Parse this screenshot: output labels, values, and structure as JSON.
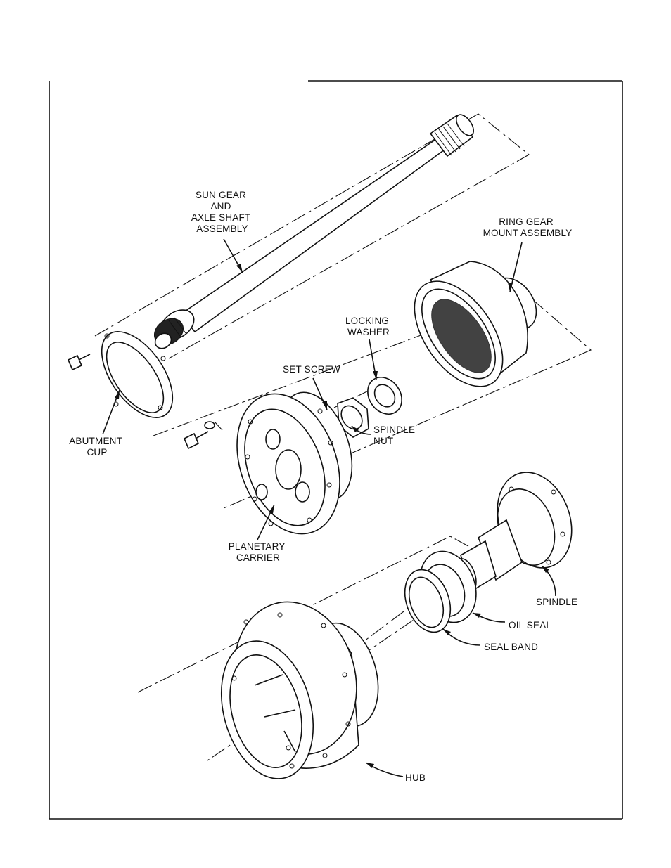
{
  "labels": {
    "sun_gear": [
      "SUN GEAR",
      "AND",
      "AXLE SHAFT",
      "ASSEMBLY"
    ],
    "ring_gear": [
      "RING GEAR",
      "MOUNT ASSEMBLY"
    ],
    "locking_washer": [
      "LOCKING",
      "WASHER"
    ],
    "set_screw": [
      "SET SCREW"
    ],
    "spindle_nut": [
      "SPINDLE",
      "NUT"
    ],
    "abutment_cup": [
      "ABUTMENT",
      "CUP"
    ],
    "planetary_carrier": [
      "PLANETARY",
      "CARRIER"
    ],
    "spindle": [
      "SPINDLE"
    ],
    "oil_seal": [
      "OIL SEAL"
    ],
    "seal_band": [
      "SEAL BAND"
    ],
    "hub": [
      "HUB"
    ]
  }
}
